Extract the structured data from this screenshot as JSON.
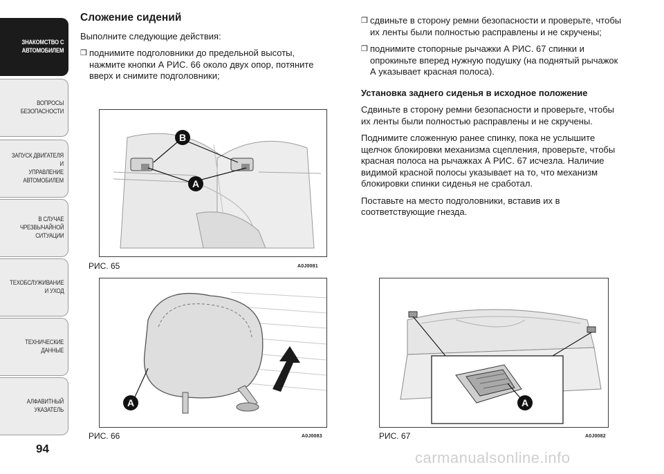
{
  "sidebar": {
    "tabs": [
      {
        "label": "ЗНАКОМСТВО С\nАВТОМОБИЛЕМ",
        "active": true
      },
      {
        "label": "ВОПРОСЫ\nБЕЗОПАСНОСТИ",
        "active": false
      },
      {
        "label": "ЗАПУСК ДВИГАТЕЛЯ И\nУПРАВЛЕНИЕ\nАВТОМОБИЛЕМ",
        "active": false
      },
      {
        "label": "В СЛУЧАЕ\nЧРЕЗВЫЧАЙНОЙ\nСИТУАЦИИ",
        "active": false
      },
      {
        "label": "ТЕХОБСЛУЖИВАНИЕ\nИ УХОД",
        "active": false
      },
      {
        "label": "ТЕХНИЧЕСКИЕ\nДАННЫЕ",
        "active": false
      },
      {
        "label": "АЛФАВИТНЫЙ\nУКАЗАТЕЛЬ",
        "active": false
      }
    ]
  },
  "page_number": "94",
  "left": {
    "title": "Сложение сидений",
    "intro": "Выполните следующие действия:",
    "bullet1": "поднимите подголовники до предельной высоты, нажмите кнопки А РИС. 66 около двух опор, потяните вверх и снимите подголовники;"
  },
  "right": {
    "bullet2": "сдвиньте в сторону ремни безопасности и проверьте, чтобы их ленты были полностью расправлены и не скручены;",
    "bullet3": "поднимите стопорные рычажки А РИС. 67 спинки и опрокиньте вперед нужную подушку (на поднятый рычажок А указывает красная полоса).",
    "subhead": "Установка заднего сиденья в исходное положение",
    "p1": "Сдвиньте в сторону ремни безопасности и проверьте, чтобы их ленты были полностью расправлены и не скручены.",
    "p2": "Поднимите сложенную ранее спинку, пока не услышите щелчок блокировки механизма сцепления, проверьте, чтобы красная полоса на рычажках А РИС. 67 исчезла. Наличие видимой красной полосы указывает на то, что механизм блокировки спинки сиденья не сработал.",
    "p3": "Поставьте на место подголовники, вставив их в соответствующие гнезда."
  },
  "figures": {
    "fig65": {
      "caption": "РИС. 65",
      "code": "A0J0081",
      "label_a": "A",
      "label_b": "B"
    },
    "fig66": {
      "caption": "РИС. 66",
      "code": "A0J0083",
      "label_a": "A"
    },
    "fig67": {
      "caption": "РИС. 67",
      "code": "A0J0082",
      "label_a": "A"
    }
  },
  "watermark": "carmanualsonline.info"
}
